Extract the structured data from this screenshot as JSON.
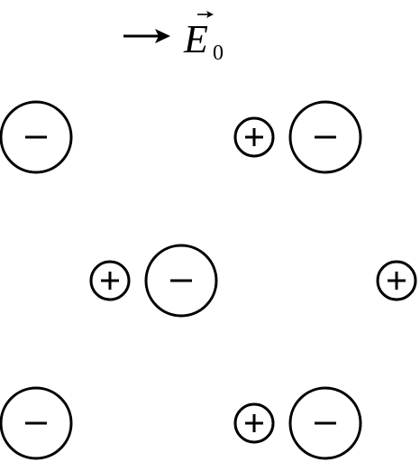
{
  "field_label": {
    "symbol": "E",
    "subscript": "0",
    "direction": "right"
  },
  "ions": [
    {
      "name": "anion-top-left",
      "charge": "negative",
      "size": "large"
    },
    {
      "name": "cation-top-right",
      "charge": "positive",
      "size": "small"
    },
    {
      "name": "anion-top-right",
      "charge": "negative",
      "size": "large"
    },
    {
      "name": "cation-middle-left",
      "charge": "positive",
      "size": "small"
    },
    {
      "name": "anion-middle-center",
      "charge": "negative",
      "size": "large"
    },
    {
      "name": "cation-middle-right",
      "charge": "positive",
      "size": "small"
    },
    {
      "name": "anion-bottom-left",
      "charge": "negative",
      "size": "large"
    },
    {
      "name": "cation-bottom-right",
      "charge": "positive",
      "size": "small"
    },
    {
      "name": "anion-bottom-right",
      "charge": "negative",
      "size": "large"
    }
  ],
  "colors": {
    "stroke": "#000000",
    "background": "#ffffff"
  }
}
